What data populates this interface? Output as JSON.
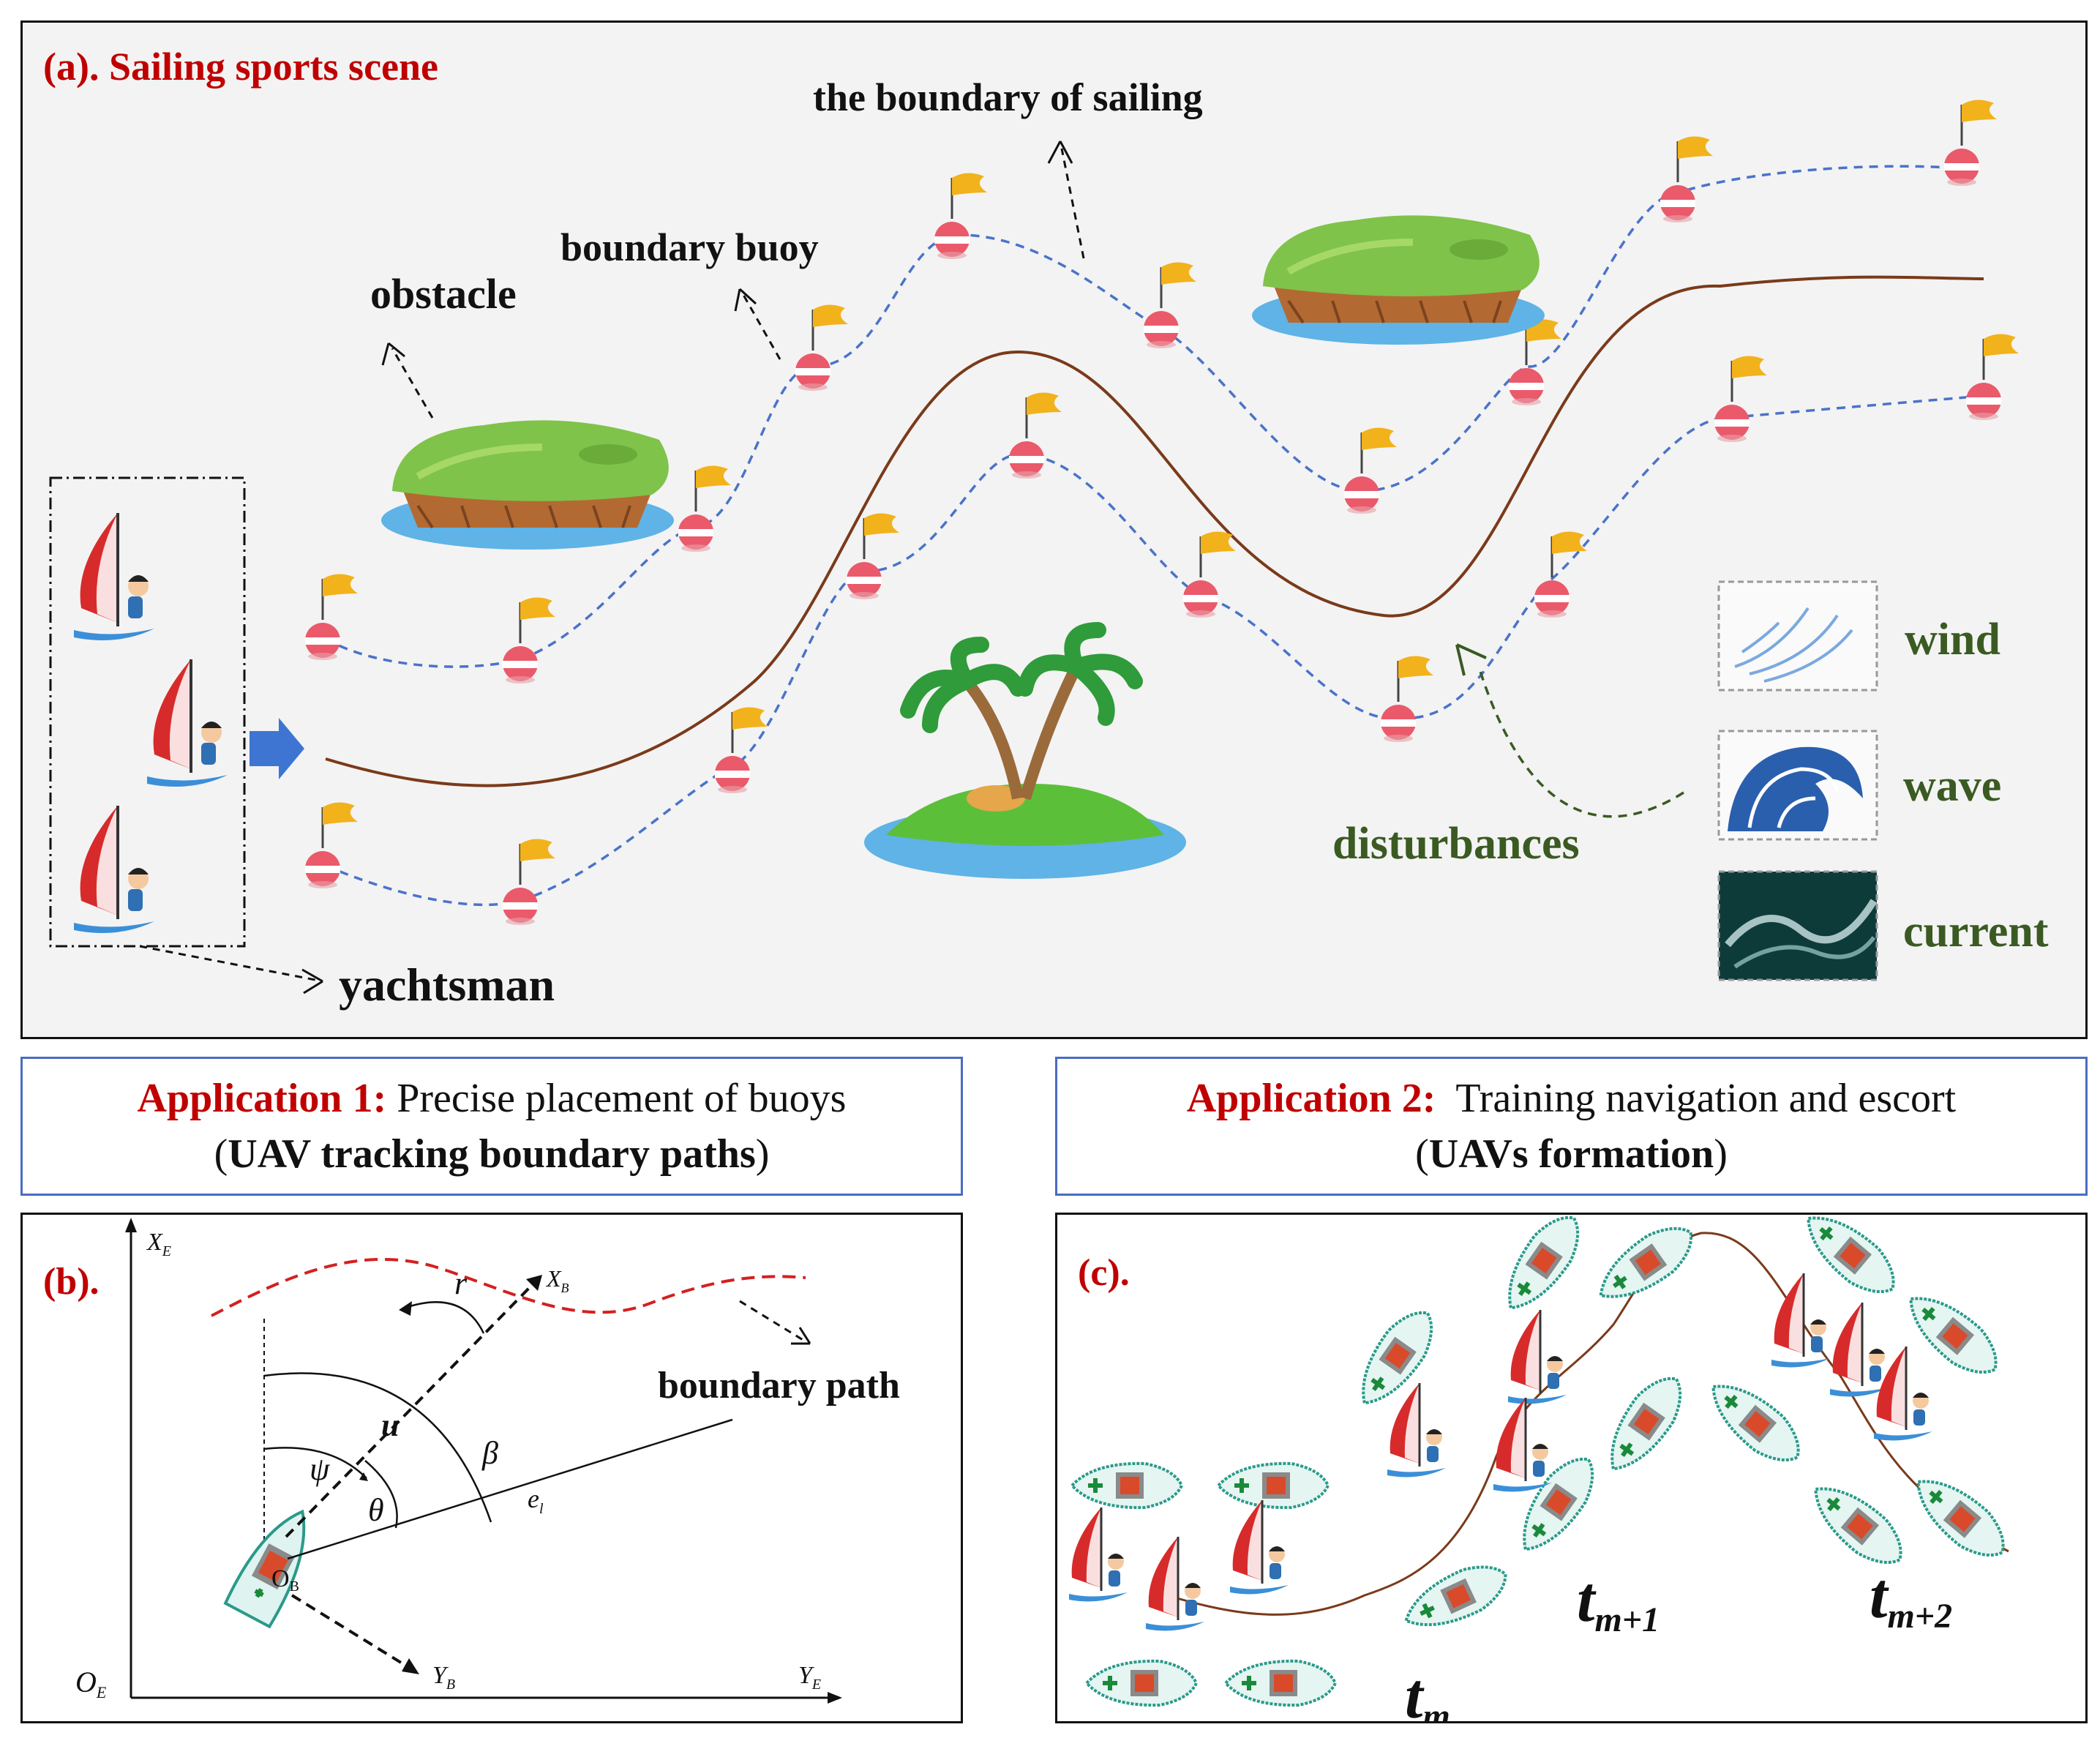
{
  "panel_a": {
    "title": "(a). Sailing sports scene",
    "labels": {
      "boundary_sailing": "the boundary of sailing",
      "boundary_buoy": "boundary buoy",
      "obstacle": "obstacle",
      "yachtsman": "yachtsman",
      "disturbances": "disturbances",
      "wind": "wind",
      "wave": "wave",
      "current": "current"
    }
  },
  "app1": {
    "prefix": "Application 1:",
    "text": " Precise placement of buoys",
    "sub_open": "(",
    "sub_bold": "UAV tracking boundary paths",
    "sub_close": ")"
  },
  "app2": {
    "prefix": "Application 2:",
    "text": "  Training navigation and escort",
    "sub_open": "(",
    "sub_bold": "UAVs formation",
    "sub_close": ")"
  },
  "panel_b": {
    "label": "(b).",
    "boundary_path": "boundary path",
    "XE": "X",
    "XE_sub": "E",
    "YE": "Y",
    "YE_sub": "E",
    "OE": "O",
    "OE_sub": "E",
    "XB": "X",
    "XB_sub": "B",
    "YB": "Y",
    "YB_sub": "B",
    "OB": "O",
    "OB_sub": "B",
    "r": "r",
    "u": "u",
    "psi": "ψ",
    "beta": "β",
    "theta": "θ",
    "e": "e",
    "e_sub": "l"
  },
  "panel_c": {
    "label": "(c).",
    "tm": "t",
    "tm_sub": "m",
    "tm1": "t",
    "tm1_sub": "m+1",
    "tm2": "t",
    "tm2_sub": "m+2"
  },
  "colors": {
    "accent_red": "#c00000",
    "label_green": "#3a5a22",
    "box_blue": "#4a6cc2",
    "path_brown": "#7a3a1a",
    "buoy_dash": "#4a73c9"
  }
}
